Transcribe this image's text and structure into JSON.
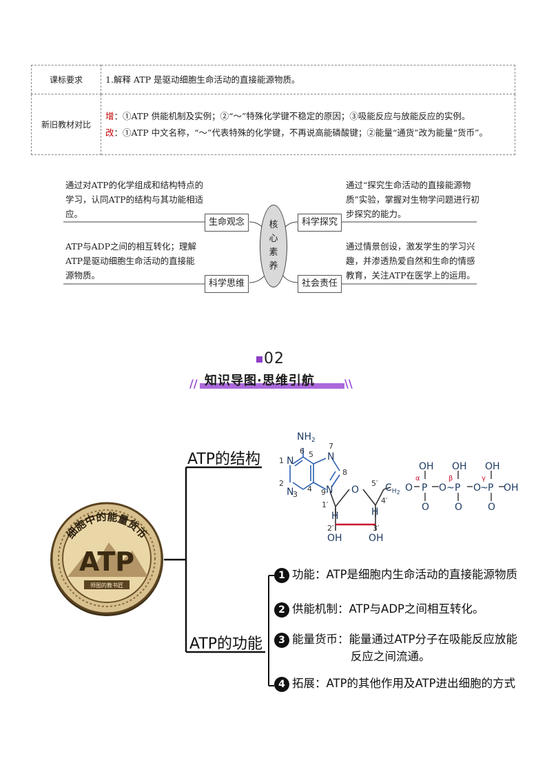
{
  "table": {
    "row1": {
      "header": "课标要求",
      "content": "1.解释 ATP 是驱动细胞生命活动的直接能源物质。"
    },
    "row2": {
      "header": "新旧教材对比",
      "add_tag": "增",
      "add_text": "：①ATP 供能机制及实例；②“～”特殊化学键不稳定的原因；③吸能反应与放能反应的实例。",
      "change_tag": "改",
      "change_text": "：①ATP 中文名称，“～”代表特殊的化学键，不再说高能磷酸键；②能量“通货”改为能量“货币”。"
    }
  },
  "literacy": {
    "center": [
      "核",
      "心",
      "素",
      "养"
    ],
    "top_left_text": "通过对ATP的化学组成和结构特点的学习，认同ATP的结构与其功能相适应。",
    "top_left_label": "生命观念",
    "bottom_left_text": "ATP与ADP之间的相互转化；理解ATP是驱动细胞生命活动的直接能源物质。",
    "bottom_left_label": "科学思维",
    "top_right_text": "通过“探究生命活动的直接能源物质”实验，掌握对生物学问题进行初步探究的能力。",
    "top_right_label": "科学探究",
    "bottom_right_text": "通过情景创设，激发学生的学习兴趣，并渗透热爱自然和生命的情感教育，关注ATP在医学上的运用。",
    "bottom_right_label": "社会责任"
  },
  "section": {
    "number": "02",
    "title": "知识导图·思维引航"
  },
  "mindmap": {
    "coin_title": "细胞中的能量货币",
    "coin_center": "ATP",
    "coin_footer": "师图的教书匠",
    "branch_structure": "ATP的结构",
    "branch_function": "ATP的功能",
    "items": [
      {
        "num": "1",
        "text": "功能：ATP是细胞内生命活动的直接能源物质"
      },
      {
        "num": "2",
        "text": "供能机制：ATP与ADP之间相互转化。"
      },
      {
        "num": "3",
        "text": "能量货币：能量通过ATP分子在吸能反应放能"
      },
      {
        "num": "",
        "text": "反应之间流通。"
      },
      {
        "num": "4",
        "text": "拓展：ATP的其他作用及ATP进出细胞的方式"
      }
    ]
  },
  "molecule": {
    "nh2": "NH",
    "nh2_sub": "2",
    "atoms": {
      "n1": "N",
      "n3": "N",
      "n7": "N",
      "n9": "N",
      "ring_o": "O",
      "c5": "C",
      "h2": "H",
      "o_link": "O",
      "p": "P",
      "oh": "OH",
      "o": "O",
      "h": "H",
      "tilde": "~"
    },
    "positions": [
      "1",
      "2",
      "3",
      "4",
      "5",
      "6",
      "7",
      "8",
      "9"
    ],
    "sugar_positions": [
      "1′",
      "2′",
      "3′",
      "4′",
      "5′"
    ],
    "greek": [
      "α",
      "β",
      "γ"
    ],
    "colors": {
      "bond": "#c8102e",
      "text": "#1f3b63",
      "numbers": "#333333",
      "greek": "#c8102e"
    }
  },
  "colors": {
    "accent": "#9b4fd6",
    "coin_outer": "#d8c08f",
    "coin_inner": "#ead7a8",
    "coin_dark": "#5a4320"
  }
}
